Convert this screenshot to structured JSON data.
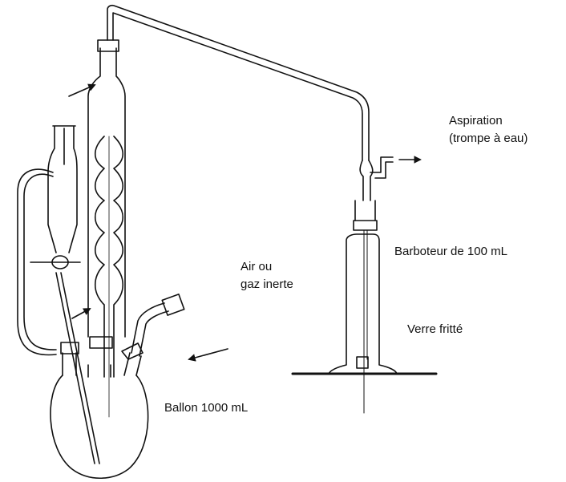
{
  "labels": {
    "aspiration": "Aspiration",
    "aspiration_detail": "(trompe à eau)",
    "bubbler": "Barboteur de 100 mL",
    "gas_inlet_line1": "Air ou",
    "gas_inlet_line2": "gaz inerte",
    "fritted_glass": "Verre fritté",
    "flask": "Ballon 1000 mL"
  },
  "colors": {
    "ink": "#111111",
    "background": "#ffffff"
  }
}
